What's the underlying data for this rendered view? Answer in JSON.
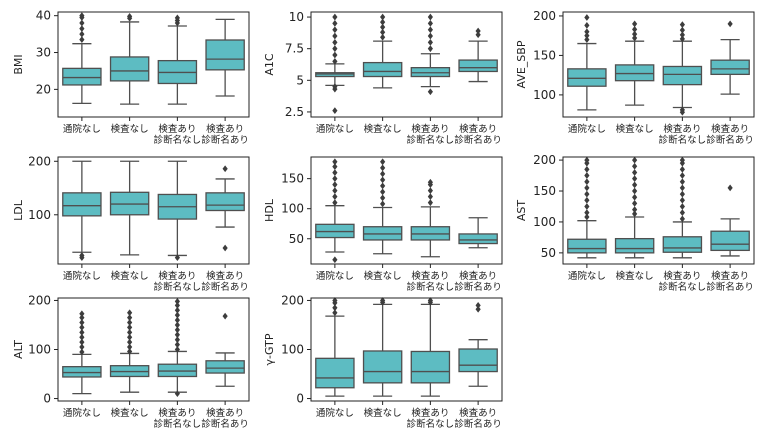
{
  "style": {
    "box_color": "#5dbcc2",
    "line_color": "#4f4f4f",
    "frame_color": "#222222"
  },
  "chart_data": [
    {
      "type": "box",
      "ylabel": "BMI",
      "yticks": [
        20,
        30,
        40
      ],
      "ylim": [
        12.5,
        41
      ],
      "categories": [
        "通院なし",
        "検査なし",
        "検査あり\n診断名なし",
        "検査あり\n診断名あり"
      ],
      "boxes": [
        {
          "whislo": 16.2,
          "q1": 21.2,
          "med": 23.2,
          "q3": 25.7,
          "whishi": 32.4,
          "outliers": [
            33.5,
            35,
            36.5,
            38,
            39.5,
            40
          ]
        },
        {
          "whislo": 16.0,
          "q1": 22.3,
          "med": 25.0,
          "q3": 28.8,
          "whishi": 38.3,
          "outliers": [
            39.3,
            39.8
          ]
        },
        {
          "whislo": 16.0,
          "q1": 21.6,
          "med": 24.6,
          "q3": 27.8,
          "whishi": 37.2,
          "outliers": [
            38.0,
            38.7,
            39.4
          ]
        },
        {
          "whislo": 18.2,
          "q1": 25.3,
          "med": 28.2,
          "q3": 33.4,
          "whishi": 39.0,
          "outliers": []
        }
      ]
    },
    {
      "type": "box",
      "ylabel": "A1C",
      "yticks": [
        2.5,
        5.0,
        7.5,
        10.0
      ],
      "ylim": [
        2.1,
        10.4
      ],
      "categories": [
        "通院なし",
        "検査なし",
        "検査あり\n診断名なし",
        "検査あり\n診断名あり"
      ],
      "boxes": [
        {
          "whislo": 4.6,
          "q1": 5.3,
          "med": 5.5,
          "q3": 5.6,
          "whishi": 6.3,
          "outliers": [
            2.6,
            4.3,
            4.5,
            6.5,
            7,
            7.5,
            8,
            8.5,
            9,
            9.5,
            10
          ]
        },
        {
          "whislo": 4.4,
          "q1": 5.3,
          "med": 5.7,
          "q3": 6.4,
          "whishi": 8.1,
          "outliers": [
            8.4,
            8.8,
            9.2,
            9.6,
            10.0
          ]
        },
        {
          "whislo": 4.5,
          "q1": 5.3,
          "med": 5.6,
          "q3": 6.0,
          "whishi": 7.1,
          "outliers": [
            4.1,
            7.5,
            8,
            8.5,
            9,
            9.5,
            10
          ]
        },
        {
          "whislo": 4.9,
          "q1": 5.7,
          "med": 6.0,
          "q3": 6.6,
          "whishi": 8.1,
          "outliers": [
            8.6,
            8.9
          ]
        }
      ]
    },
    {
      "type": "box",
      "ylabel": "AVE_SBP",
      "yticks": [
        100,
        150,
        200
      ],
      "ylim": [
        72,
        205
      ],
      "categories": [
        "通院なし",
        "検査なし",
        "検査あり\n診断名なし",
        "検査あり\n診断名あり"
      ],
      "boxes": [
        {
          "whislo": 81,
          "q1": 111,
          "med": 121,
          "q3": 133,
          "whishi": 165,
          "outliers": [
            170,
            175,
            180,
            188,
            198
          ]
        },
        {
          "whislo": 87,
          "q1": 118,
          "med": 127,
          "q3": 138,
          "whishi": 168,
          "outliers": [
            172,
            177,
            183,
            190
          ]
        },
        {
          "whislo": 84,
          "q1": 113,
          "med": 126,
          "q3": 136,
          "whishi": 168,
          "outliers": [
            78,
            81,
            171,
            176,
            182,
            189
          ]
        },
        {
          "whislo": 101,
          "q1": 126,
          "med": 133,
          "q3": 144,
          "whishi": 170,
          "outliers": [
            190
          ]
        }
      ]
    },
    {
      "type": "box",
      "ylabel": "LDL",
      "yticks": [
        100,
        200
      ],
      "ylim": [
        8,
        208
      ],
      "categories": [
        "通院なし",
        "検査なし",
        "検査あり\n診断名なし",
        "検査あり\n診断名あり"
      ],
      "boxes": [
        {
          "whislo": 30,
          "q1": 98,
          "med": 117,
          "q3": 141,
          "whishi": 200,
          "outliers": [
            20,
            24
          ]
        },
        {
          "whislo": 25,
          "q1": 100,
          "med": 120,
          "q3": 142,
          "whishi": 200,
          "outliers": []
        },
        {
          "whislo": 24,
          "q1": 92,
          "med": 115,
          "q3": 138,
          "whishi": 200,
          "outliers": [
            20
          ]
        },
        {
          "whislo": 77,
          "q1": 108,
          "med": 118,
          "q3": 141,
          "whishi": 167,
          "outliers": [
            38,
            186
          ]
        }
      ]
    },
    {
      "type": "box",
      "ylabel": "HDL",
      "yticks": [
        50,
        100,
        150
      ],
      "ylim": [
        8,
        186
      ],
      "categories": [
        "通院なし",
        "検査なし",
        "検査あり\n診断名なし",
        "検査あり\n診断名あり"
      ],
      "boxes": [
        {
          "whislo": 28,
          "q1": 52,
          "med": 62,
          "q3": 74,
          "whishi": 105,
          "outliers": [
            15,
            110,
            120,
            130,
            140,
            150,
            160,
            170,
            178
          ]
        },
        {
          "whislo": 25,
          "q1": 48,
          "med": 58,
          "q3": 70,
          "whishi": 102,
          "outliers": [
            108,
            118,
            128,
            138,
            148,
            158,
            168,
            178
          ]
        },
        {
          "whislo": 20,
          "q1": 48,
          "med": 58,
          "q3": 70,
          "whishi": 103,
          "outliers": [
            110,
            120,
            130,
            140,
            144
          ]
        },
        {
          "whislo": 35,
          "q1": 42,
          "med": 48,
          "q3": 58,
          "whishi": 85,
          "outliers": []
        }
      ]
    },
    {
      "type": "box",
      "ylabel": "AST",
      "yticks": [
        50,
        100,
        150,
        200
      ],
      "ylim": [
        32,
        205
      ],
      "categories": [
        "通院なし",
        "検査なし",
        "検査あり\n診断名なし",
        "検査あり\n診断名あり"
      ],
      "boxes": [
        {
          "whislo": 42,
          "q1": 50,
          "med": 57,
          "q3": 72,
          "whishi": 102,
          "outliers": [
            108,
            115,
            125,
            135,
            145,
            155,
            165,
            175,
            185,
            195,
            200
          ]
        },
        {
          "whislo": 42,
          "q1": 50,
          "med": 57,
          "q3": 73,
          "whishi": 108,
          "outliers": [
            113,
            120,
            130,
            140,
            150,
            160,
            170,
            180,
            190,
            200
          ]
        },
        {
          "whislo": 42,
          "q1": 51,
          "med": 58,
          "q3": 76,
          "whishi": 100,
          "outliers": [
            105,
            115,
            125,
            135,
            145,
            155,
            165,
            175,
            185,
            195,
            200
          ]
        },
        {
          "whislo": 45,
          "q1": 54,
          "med": 64,
          "q3": 85,
          "whishi": 105,
          "outliers": [
            155
          ]
        }
      ]
    },
    {
      "type": "box",
      "ylabel": "ALT",
      "yticks": [
        0,
        100,
        200
      ],
      "ylim": [
        -5,
        205
      ],
      "categories": [
        "通院なし",
        "検査なし",
        "検査あり\n診断名なし",
        "検査あり\n診断名あり"
      ],
      "boxes": [
        {
          "whislo": 10,
          "q1": 44,
          "med": 53,
          "q3": 65,
          "whishi": 90,
          "outliers": [
            95,
            105,
            115,
            125,
            135,
            145,
            155,
            165,
            173
          ]
        },
        {
          "whislo": 13,
          "q1": 45,
          "med": 55,
          "q3": 67,
          "whishi": 92,
          "outliers": [
            96,
            105,
            115,
            125,
            135,
            145,
            155,
            165,
            175
          ]
        },
        {
          "whislo": 13,
          "q1": 45,
          "med": 56,
          "q3": 70,
          "whishi": 96,
          "outliers": [
            10,
            100,
            110,
            120,
            130,
            140,
            150,
            160,
            170,
            180,
            190,
            198
          ]
        },
        {
          "whislo": 25,
          "q1": 52,
          "med": 62,
          "q3": 77,
          "whishi": 93,
          "outliers": [
            168
          ]
        }
      ]
    },
    {
      "type": "box",
      "ylabel": "γ-GTP",
      "yticks": [
        0,
        100,
        200
      ],
      "ylim": [
        -5,
        205
      ],
      "categories": [
        "通院なし",
        "検査なし",
        "検査あり\n診断名なし",
        "検査あり\n診断名あり"
      ],
      "boxes": [
        {
          "whislo": 5,
          "q1": 22,
          "med": 42,
          "q3": 82,
          "whishi": 168,
          "outliers": [
            175,
            185,
            195,
            200
          ]
        },
        {
          "whislo": 5,
          "q1": 32,
          "med": 55,
          "q3": 97,
          "whishi": 192,
          "outliers": [
            196,
            200
          ]
        },
        {
          "whislo": 5,
          "q1": 32,
          "med": 55,
          "q3": 96,
          "whishi": 192,
          "outliers": [
            196,
            200
          ]
        },
        {
          "whislo": 25,
          "q1": 55,
          "med": 68,
          "q3": 101,
          "whishi": 120,
          "outliers": [
            182,
            190
          ]
        }
      ]
    }
  ]
}
